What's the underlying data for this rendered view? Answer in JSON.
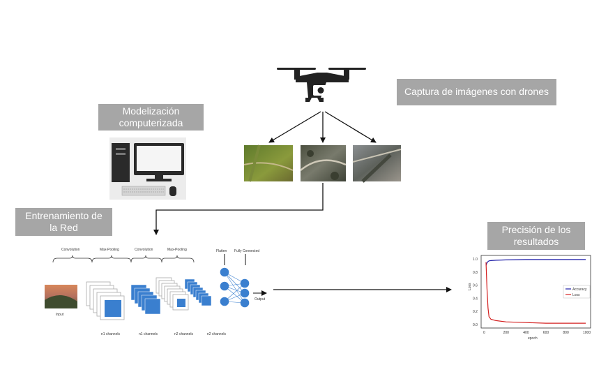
{
  "labels": {
    "drone_capture": "Captura de imágenes con drones",
    "modeling_line1": "Modelización",
    "modeling_line2": "computerizada",
    "training_line1": "Entrenamiento de",
    "training_line2": "la Red",
    "results_line1": "Precisión de los",
    "results_line2": "resultados"
  },
  "cnn": {
    "convolution_1": "Convolution",
    "maxpool_1": "Max-Pooling",
    "convolution_2": "Convolution",
    "maxpool_2": "Max-Pooling",
    "flatten": "Flatten",
    "fully_connected": "Fully Connected",
    "input": "Input",
    "output": "Output",
    "n1_a": "n1 channels",
    "n1_b": "n1 channels",
    "n2_a": "n2 channels",
    "n2_b": "n2 channels"
  },
  "chart_data": {
    "type": "line",
    "xlabel": "epoch",
    "ylabel": "Loss",
    "xlim": [
      0,
      1000
    ],
    "ylim": [
      0,
      1.0
    ],
    "xticks": [
      "0",
      "200",
      "400",
      "600",
      "800",
      "1000"
    ],
    "yticks": [
      "0.0",
      "0.2",
      "0.4",
      "0.6",
      "0.8",
      "1.0"
    ],
    "legend_position": "right",
    "series": [
      {
        "name": "Accuracy",
        "color": "#1f1fa8",
        "x": [
          0,
          10,
          20,
          30,
          50,
          100,
          200,
          400,
          600,
          800,
          1000
        ],
        "y": [
          0.9,
          0.94,
          0.96,
          0.97,
          0.975,
          0.98,
          0.985,
          0.99,
          0.99,
          0.99,
          0.99
        ]
      },
      {
        "name": "Loss",
        "color": "#d42020",
        "x": [
          0,
          10,
          20,
          30,
          50,
          100,
          200,
          400,
          600,
          800,
          1000
        ],
        "y": [
          0.95,
          0.55,
          0.25,
          0.12,
          0.08,
          0.06,
          0.04,
          0.03,
          0.02,
          0.02,
          0.02
        ]
      }
    ]
  }
}
